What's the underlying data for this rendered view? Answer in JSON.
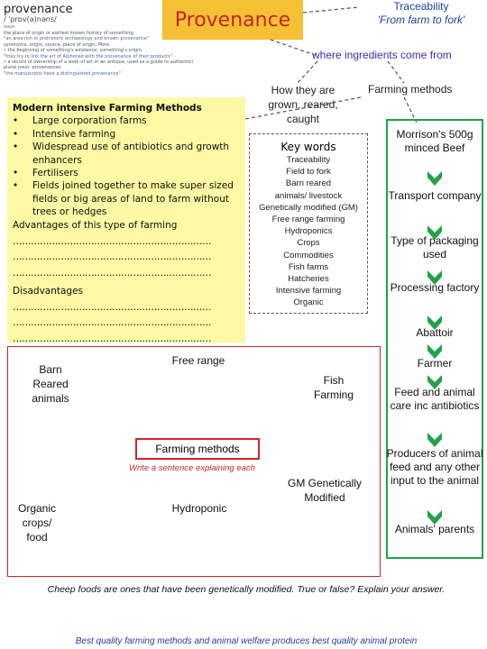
{
  "dictionary": {
    "word": "provenance",
    "pronunciation": "/ ˈprɒv(ə)nəns/",
    "part_of_speech": "noun",
    "lines": [
      {
        "text": "the place of origin or earliest known history of something.",
        "example": false
      },
      {
        "text": "\"an area rich in prehistoric archaeology and known provenance\"",
        "example": true
      },
      {
        "text": "synonyms: origin, source, place of origin; More",
        "example": false
      },
      {
        "text": "• the beginning of something's existence; something's origin.",
        "example": false
      },
      {
        "text": "\"they try to link the art of Alphonse with the provenance of their products\"",
        "example": true
      },
      {
        "text": "• a record of ownership of a work of art or an antique, used as a guide to authenticity or quality.",
        "example": false
      },
      {
        "text": "plural noun: provenances",
        "example": false
      },
      {
        "text": "\"the manuscripts have a distinguished provenance\"",
        "example": true
      }
    ]
  },
  "header": {
    "title": "Provenance",
    "traceability": "Traceability",
    "traceability_sub": "'From farm to fork'",
    "where": "where ingredients come from",
    "how": "How they are grown, reared, caught",
    "farming_methods": "Farming methods"
  },
  "modern_box": {
    "heading": "Modern intensive Farming Methods",
    "bullets_a": [
      "Large corporation farms",
      "Intensive farming",
      "Widespread use of antibiotics and growth enhancers"
    ],
    "bullets_b": [
      "Fertilisers",
      "Fields joined together to make super  sized fields or big areas of land to farm without trees or hedges"
    ],
    "advantages": "Advantages of this type of farming",
    "dots": "…………………………………………………………",
    "disadvantages": "Disadvantages"
  },
  "keywords": {
    "title": "Key words",
    "items": [
      "Traceability",
      "Field to fork",
      "Barn reared",
      "animals/ livestock",
      "Genetically modified (GM)",
      "Free range farming",
      "Hydroponics",
      "Crops",
      "Commodities",
      "Fish farms",
      "Hatcheries",
      "Intensive farming",
      "Organic"
    ]
  },
  "chain": {
    "items": [
      "Morrison's 500g minced Beef",
      "Transport company",
      "Type of packaging used",
      "Processing factory",
      "Abattoir",
      "Farmer",
      "Feed and animal care inc antibiotics",
      "Producers of animal feed and any other input to the animal",
      "Animals' parents"
    ]
  },
  "methods_box": {
    "barn": "Barn Reared animals",
    "free_range": "Free range",
    "fish": "Fish Farming",
    "farming_methods": "Farming methods",
    "write": "Write a sentence explaining each",
    "organic": "Organic crops/ food",
    "hydroponic": "Hydroponic",
    "gm": "GM Genetically Modified"
  },
  "question": "Cheep foods are ones that have been genetically modified. True or false? Explain your answer.",
  "footer": "Best quality farming methods and animal welfare produces best quality animal protein",
  "colors": {
    "title_bg": "#f5c033",
    "title_text": "#c0262d",
    "blue_text": "#1f3f9c",
    "yellow_box": "#fcf8a3",
    "green": "#22a34a",
    "red": "#d2232a"
  }
}
